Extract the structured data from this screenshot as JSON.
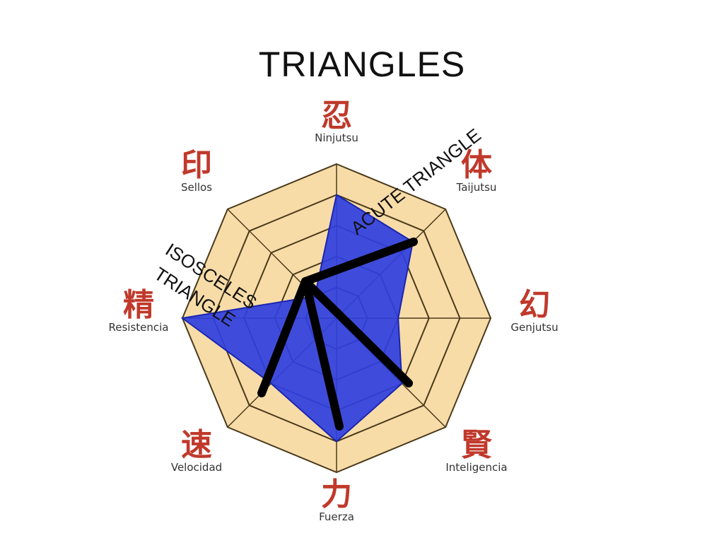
{
  "title": "TRIANGLES",
  "radar": {
    "axes": [
      {
        "kanji": "忍",
        "label": "Ninjutsu"
      },
      {
        "kanji": "体",
        "label": "Taijutsu"
      },
      {
        "kanji": "幻",
        "label": "Genjutsu"
      },
      {
        "kanji": "賢",
        "label": "Inteligencia"
      },
      {
        "kanji": "力",
        "label": "Fuerza"
      },
      {
        "kanji": "速",
        "label": "Velocidad"
      },
      {
        "kanji": "精",
        "label": "Resistencia"
      },
      {
        "kanji": "印",
        "label": "Sellos"
      }
    ],
    "levels": 5,
    "values": [
      4,
      3.5,
      2,
      3,
      4,
      3,
      5,
      1
    ],
    "colors": {
      "fill": "#2f3fe0",
      "ring": "#f8dca8",
      "grid": "#4a3a1a",
      "kanji": "#c0392b",
      "lines": "#000000"
    }
  },
  "annotations": {
    "acute": "ACUTE TRIANGLE",
    "isosceles_line1": "ISOSCELES",
    "isosceles_line2": "TRIANGLE"
  }
}
